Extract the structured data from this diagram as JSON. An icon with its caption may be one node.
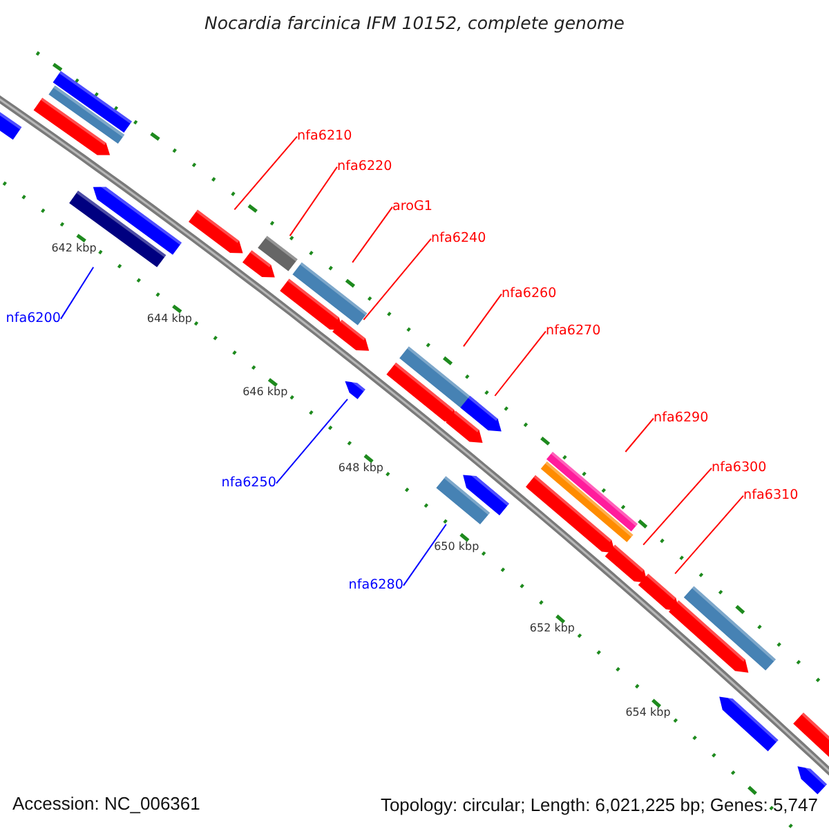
{
  "diagram": {
    "title": "Nocardia farcinica IFM 10152, complete genome",
    "nodes": [
      {
        "text": [
          "nfa6210"
        ]
      },
      {
        "text": [
          "nfa6220"
        ]
      },
      {
        "text": [
          "aroG1"
        ]
      },
      {
        "text": [
          "nfa6240"
        ]
      },
      {
        "text": [
          "nfa6200"
        ]
      },
      {
        "text": [
          "nfa6260"
        ]
      },
      {
        "text": [
          "nfa6270"
        ]
      },
      {
        "text": [
          "nfa6290"
        ]
      },
      {
        "text": [
          "nfa6250"
        ]
      },
      {
        "text": [
          "nfa6300"
        ]
      },
      {
        "text": [
          "nfa6310"
        ]
      },
      {
        "text": [
          "nfa6280"
        ]
      },
      {
        "text": [],
        "shape": "bar"
      },
      {
        "text": [],
        "shape": "bar"
      },
      {
        "text": [],
        "shape": "bar"
      },
      {
        "text": [],
        "shape": "bar"
      },
      {
        "text": [],
        "shape": "bar"
      },
      {
        "text": [],
        "shape": "bar"
      },
      {
        "text": [],
        "shape": "bar"
      },
      {
        "text": [],
        "shape": "bar"
      },
      {
        "text": [],
        "shape": "bar"
      },
      {
        "text": [],
        "shape": "bar"
      },
      {
        "text": [],
        "shape": "bar"
      },
      {
        "text": [],
        "shape": "bar"
      },
      {
        "text": [],
        "shape": "bar"
      },
      {
        "text": [],
        "shape": "bar"
      },
      {
        "text": [],
        "shape": "bar"
      },
      {
        "text": [],
        "shape": "bar"
      },
      {
        "text": [],
        "shape": "bar"
      },
      {
        "text": [],
        "shape": "bar"
      },
      {
        "text": [],
        "shape": "bar"
      },
      {
        "text": [],
        "shape": "bar"
      },
      {
        "text": [],
        "shape": "bar"
      },
      {
        "text": [],
        "shape": "bar"
      },
      {
        "text": [],
        "shape": "bar"
      },
      {
        "text": [],
        "shape": "bar"
      },
      {
        "text": [],
        "shape": "bar"
      },
      {
        "text": [],
        "shape": "bar"
      },
      {
        "text": [],
        "shape": "bar"
      },
      {
        "text": [],
        "shape": "bar"
      },
      {
        "text": [],
        "shape": "bar"
      }
    ],
    "edges": [
      {
        "from": 0,
        "to": 18,
        "arrow": "none"
      },
      {
        "from": 1,
        "to": 20,
        "arrow": "none"
      },
      {
        "from": 2,
        "to": 22,
        "arrow": "none"
      },
      {
        "from": 3,
        "to": 23,
        "arrow": "none"
      },
      {
        "from": 4,
        "to": 16,
        "arrow": "none",
        "color": "#0000ff"
      },
      {
        "from": 5,
        "to": 26,
        "arrow": "none"
      },
      {
        "from": 6,
        "to": 29,
        "arrow": "none"
      },
      {
        "from": 7,
        "to": 33,
        "arrow": "none"
      },
      {
        "from": 8,
        "to": 24,
        "arrow": "none",
        "color": "#0000ff"
      },
      {
        "from": 9,
        "to": 34,
        "arrow": "none"
      },
      {
        "from": 10,
        "to": 35,
        "arrow": "none"
      },
      {
        "from": 11,
        "to": 27,
        "arrow": "none",
        "color": "#0000ff"
      }
    ],
    "labels": [
      "642 kbp",
      "644 kbp",
      "646 kbp",
      "648 kbp",
      "650 kbp",
      "652 kbp",
      "654 kbp",
      "Accession: NC_006361",
      "Topology: circular; Length: 6,021,225 bp; Genes: 5,747"
    ]
  }
}
